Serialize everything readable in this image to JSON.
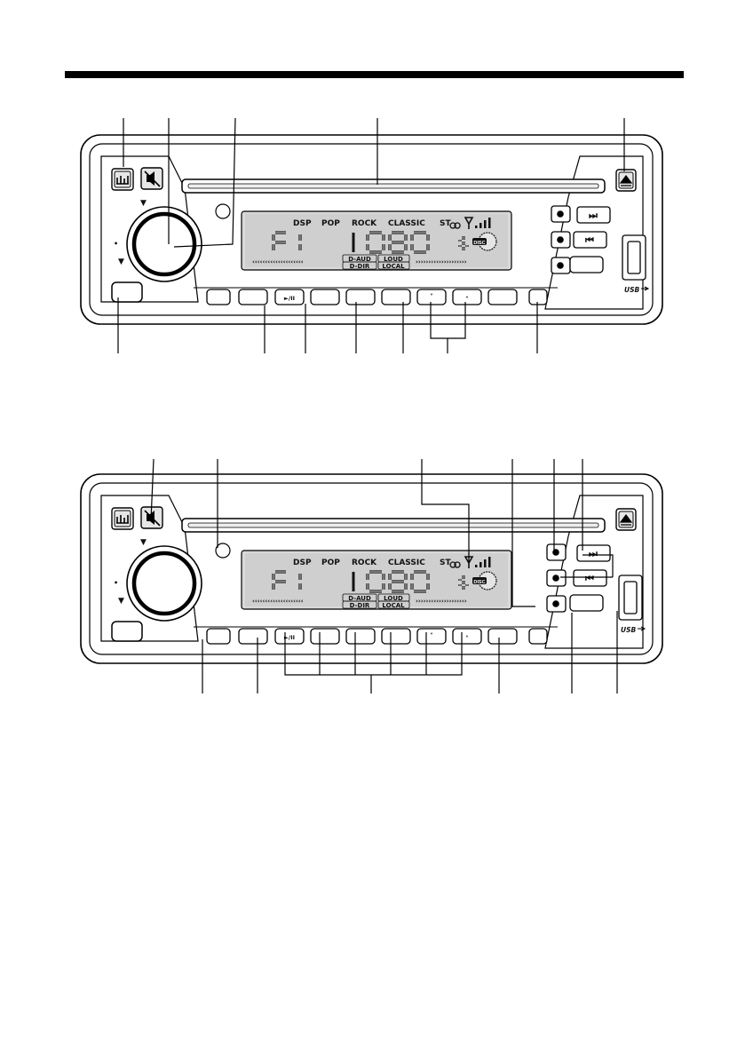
{
  "display": {
    "modes": [
      "DSP",
      "POP",
      "ROCK",
      "CLASSIC"
    ],
    "stereo": "ST",
    "band": "F",
    "preset": "1",
    "frequency": "080",
    "flags": [
      "D-AUD",
      "LOUD",
      "D-DIR",
      "LOCAL"
    ],
    "disc_badge": "DISC",
    "segment_digit": "6"
  },
  "panel": {
    "usb_label": "USB",
    "play_pause_glyph": "►/II",
    "next_glyph": "⏭",
    "prev_glyph": "⏮",
    "eject_glyph": "▲",
    "preset_up_glyph": "˄",
    "preset_down_glyph": "˅"
  },
  "icons": {
    "mode_button": "equalizer-icon",
    "mute_button": "mute-speaker-icon",
    "eject_button": "eject-icon"
  }
}
